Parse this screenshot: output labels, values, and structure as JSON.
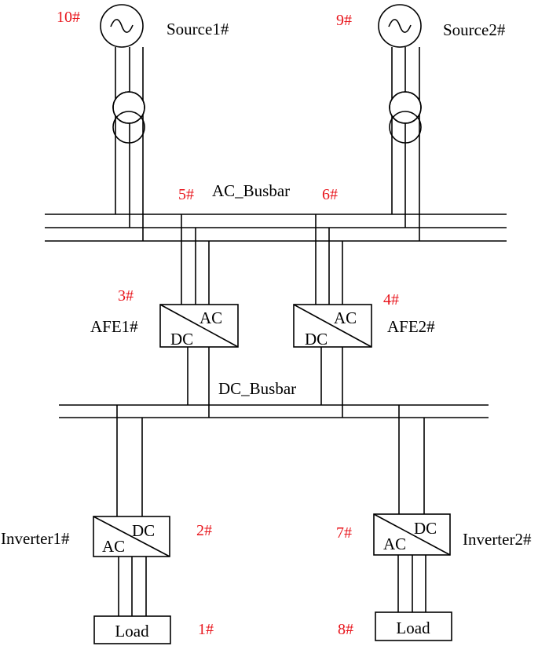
{
  "colors": {
    "line": "#000000",
    "node_number": "#e8141b"
  },
  "sources": [
    {
      "label": "Source1#",
      "number": "10#",
      "icon": "ac-source-icon"
    },
    {
      "label": "Source2#",
      "number": "9#",
      "icon": "ac-source-icon"
    }
  ],
  "transformer_icon": "transformer-icon",
  "ac_busbar": {
    "label": "AC_Busbar",
    "left_number": "5#",
    "right_number": "6#"
  },
  "afes": [
    {
      "label": "AFE1#",
      "number": "3#",
      "top": "AC",
      "bottom": "DC"
    },
    {
      "label": "AFE2#",
      "number": "4#",
      "top": "AC",
      "bottom": "DC"
    }
  ],
  "dc_busbar": {
    "label": "DC_Busbar"
  },
  "inverters": [
    {
      "label": "Inverter1#",
      "number": "2#",
      "top": "DC",
      "bottom": "AC"
    },
    {
      "label": "Inverter2#",
      "number": "7#",
      "top": "DC",
      "bottom": "AC"
    }
  ],
  "loads": [
    {
      "label": "Load",
      "number": "1#"
    },
    {
      "label": "Load",
      "number": "8#"
    }
  ]
}
